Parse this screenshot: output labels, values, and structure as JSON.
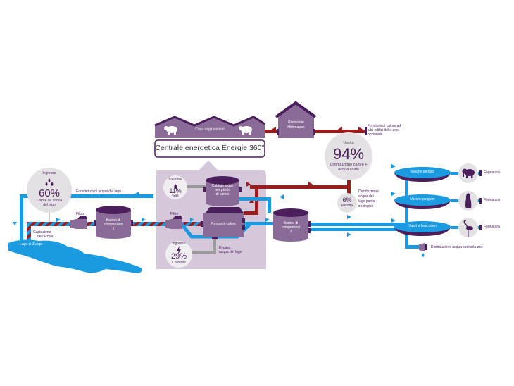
{
  "title": "Centrale energetica Energie 360°",
  "colors": {
    "purple_dark": "#4b1f5c",
    "purple_mid": "#8a6a96",
    "purple_light": "#d6c8db",
    "heat_red": "#9c1c1c",
    "water_blue": "#1a9ae0",
    "grey_circle": "#e3e1e3",
    "grey_pipe": "#9a9a9a"
  },
  "buildings": {
    "elephant_house": "Casa degli elefanti",
    "restaurant_line1": "Ristorante",
    "restaurant_line2": "Himmapan"
  },
  "heat_supply_note": [
    "Fornitura di calore ad",
    "altri edifici dello zoo,",
    "opzionale"
  ],
  "output": {
    "label": "Uscita",
    "percent": "94%",
    "desc_line1": "Distribuzione calore +",
    "desc_line2": "acqua calda"
  },
  "loss": {
    "percent": "6%",
    "label": "Perdita"
  },
  "inputs": {
    "lake": {
      "label": "Ingresso",
      "percent": "60%",
      "desc_line1": "Calore da acqua",
      "desc_line2": "del lago"
    },
    "gas": {
      "label": "Ingresso",
      "percent": "11%",
      "desc": "Gas"
    },
    "power": {
      "label": "Ingresso",
      "percent": "29%",
      "desc": "Corrente"
    }
  },
  "labels": {
    "lake_overflow": "Eccedenza di acqua del lago",
    "filter1": "Filtro",
    "filter2": "Filtro",
    "basin1": [
      "Bacino di",
      "compensazi",
      "1"
    ],
    "basin2": [
      "Bacino di",
      "compensazi",
      "2"
    ],
    "boiler": [
      "Caldaia a gas",
      "per picchi",
      "di carico"
    ],
    "heat_pump": "Pompa di calore",
    "bypass": [
      "Bypass",
      "acqua del lago"
    ],
    "water_intake": [
      "Captazione",
      "dell'acqua"
    ],
    "lake_name": "Lago di Zurigo",
    "zoo_water_dist": [
      "Distribuzione",
      "acqua del",
      "lago parco",
      "zoologico"
    ],
    "sanitary": "Distribuzione acqua sanitaria zoo"
  },
  "pools": [
    {
      "name": "Vasche elefanti",
      "animal": "elephant-icon",
      "outlet": "Fognatura"
    },
    {
      "name": "Vasche pinguini",
      "animal": "penguin-icon",
      "outlet": "Fognatura"
    },
    {
      "name": "Vasche fenicotteri",
      "animal": "flamingo-icon",
      "outlet": "Fognatura"
    }
  ]
}
